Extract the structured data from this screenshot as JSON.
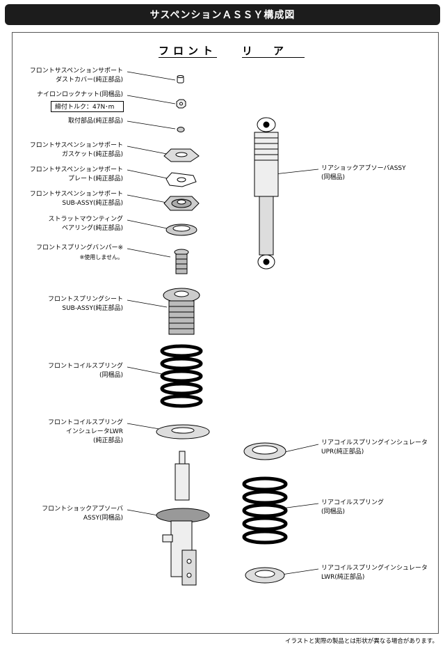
{
  "title": "サスペンションＡＳＳＹ構成図",
  "headers": {
    "front": "フロント",
    "rear": "リア"
  },
  "front_parts": [
    {
      "name": "フロントサスペンションサポート",
      "sub": "ダストカバー(純正部品)"
    },
    {
      "name": "ナイロンロックナット(同梱品)",
      "sub": "締付トルク：47N･m"
    },
    {
      "name": "取付部品(純正部品)",
      "sub": ""
    },
    {
      "name": "フロントサスペンションサポート",
      "sub": "ガスケット(純正部品)"
    },
    {
      "name": "フロントサスペンションサポート",
      "sub": "プレート(純正部品)"
    },
    {
      "name": "フロントサスペンションサポート",
      "sub": "SUB-ASSY(純正部品)"
    },
    {
      "name": "ストラットマウンティング",
      "sub": "ベアリング(純正部品)"
    },
    {
      "name": "フロントスプリングバンパー※",
      "sub": "※使用しません。"
    },
    {
      "name": "フロントスプリングシート",
      "sub": "SUB-ASSY(純正部品)"
    },
    {
      "name": "フロントコイルスプリング",
      "sub": "(同梱品)"
    },
    {
      "name": "フロントコイルスプリング",
      "sub": "インシュレータLWR",
      "sub2": "(純正部品)"
    },
    {
      "name": "フロントショックアブソーバ",
      "sub": "ASSY(同梱品)"
    }
  ],
  "rear_parts": [
    {
      "name": "リアショックアブソーバASSY",
      "sub": "(同梱品)"
    },
    {
      "name": "リアコイルスプリングインシュレータ",
      "sub": "UPR(純正部品)"
    },
    {
      "name": "リアコイルスプリング",
      "sub": "(同梱品)"
    },
    {
      "name": "リアコイルスプリングインシュレータ",
      "sub": "LWR(純正部品)"
    }
  ],
  "footnote": "イラストと実際の製品とは形状が異なる場合があります。"
}
